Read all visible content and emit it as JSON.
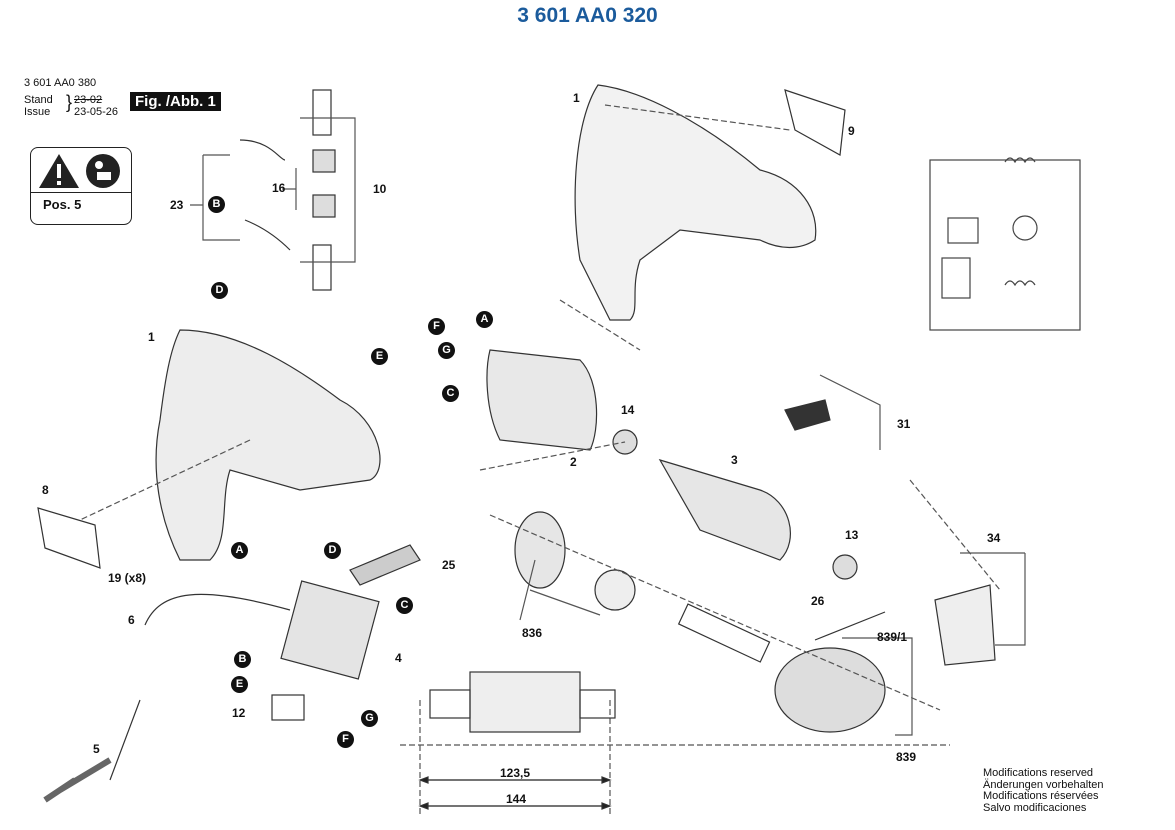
{
  "title": "3 601 AA0 320",
  "header": {
    "ref_number": "3 601 AA0 380",
    "stand_label": "Stand",
    "issue_label": "Issue",
    "old_date": "23-02",
    "new_date": "23-05-26",
    "figure_label": "Fig. /Abb. 1"
  },
  "warning_box": {
    "pos_label": "Pos. 5",
    "icons": [
      "warning-triangle-icon",
      "read-manual-icon"
    ]
  },
  "part_labels": [
    "1",
    "9",
    "23",
    "16",
    "10",
    "14",
    "2",
    "3",
    "31",
    "1",
    "8",
    "19 (x8)",
    "25",
    "6",
    "4",
    "12",
    "5",
    "13",
    "26",
    "836",
    "34",
    "839/1",
    "839"
  ],
  "connector_letters": [
    "B",
    "D",
    "F",
    "A",
    "E",
    "G",
    "C",
    "A",
    "D",
    "C",
    "B",
    "E",
    "G",
    "F"
  ],
  "dimensions": [
    "123,5",
    "144"
  ],
  "notes": [
    "Modifications reserved",
    "Änderungen vorbehalten",
    "Modifications réservées",
    "Salvo modificaciones"
  ],
  "colors": {
    "title": "#1b5b9c"
  }
}
